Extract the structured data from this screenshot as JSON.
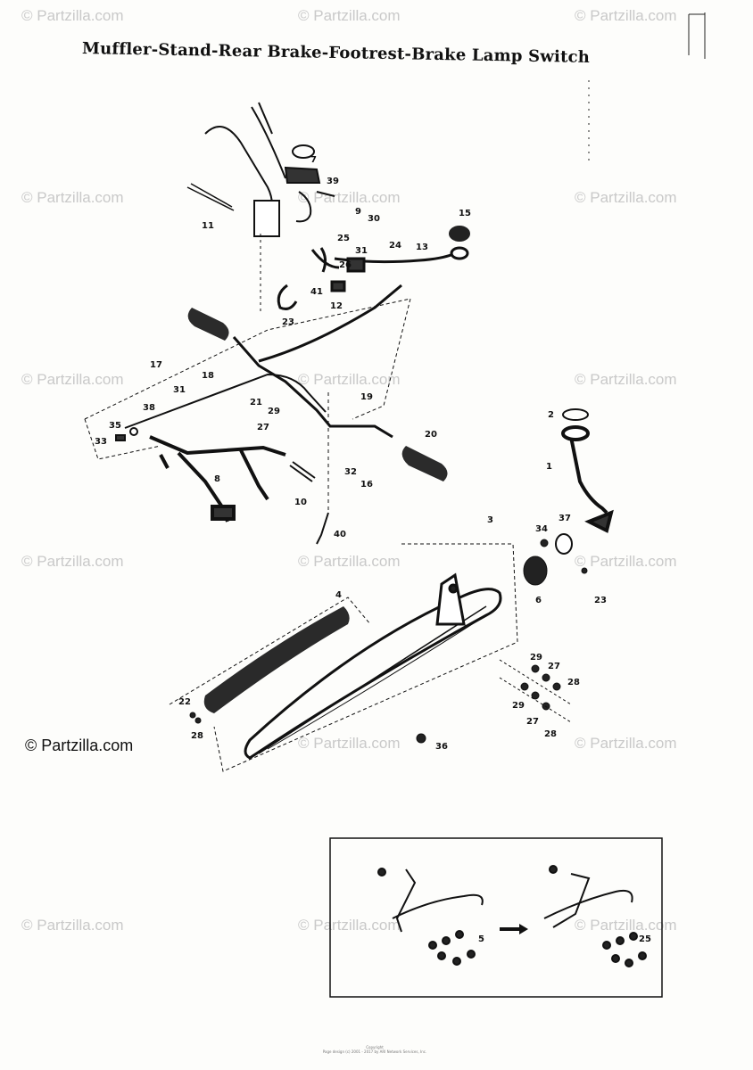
{
  "title": "Muffler-Stand-Rear Brake-Footrest-Brake Lamp Switch",
  "watermark_text": "© Partzilla.com",
  "copyright_label": "© Partzilla.com",
  "footer_line_1": "Copyright",
  "footer_line_2": "Page design (c) 2001 - 2017 by ARI Network Services, Inc.",
  "callouts": [
    "15",
    "7",
    "39",
    "11",
    "9",
    "30",
    "25",
    "24",
    "31",
    "13",
    "26",
    "41",
    "12",
    "23",
    "17",
    "18",
    "31",
    "21",
    "29",
    "19",
    "38",
    "27",
    "35",
    "33",
    "20",
    "8",
    "32",
    "16",
    "10",
    "40",
    "2",
    "1",
    "3",
    "34",
    "37",
    "6",
    "23",
    "4",
    "29",
    "27",
    "28",
    "29",
    "27",
    "28",
    "22",
    "28",
    "36",
    "5",
    "25"
  ],
  "colors": {
    "ink": "#111111",
    "watermark": "#c9c9c9",
    "paper": "#fdfdfb"
  }
}
